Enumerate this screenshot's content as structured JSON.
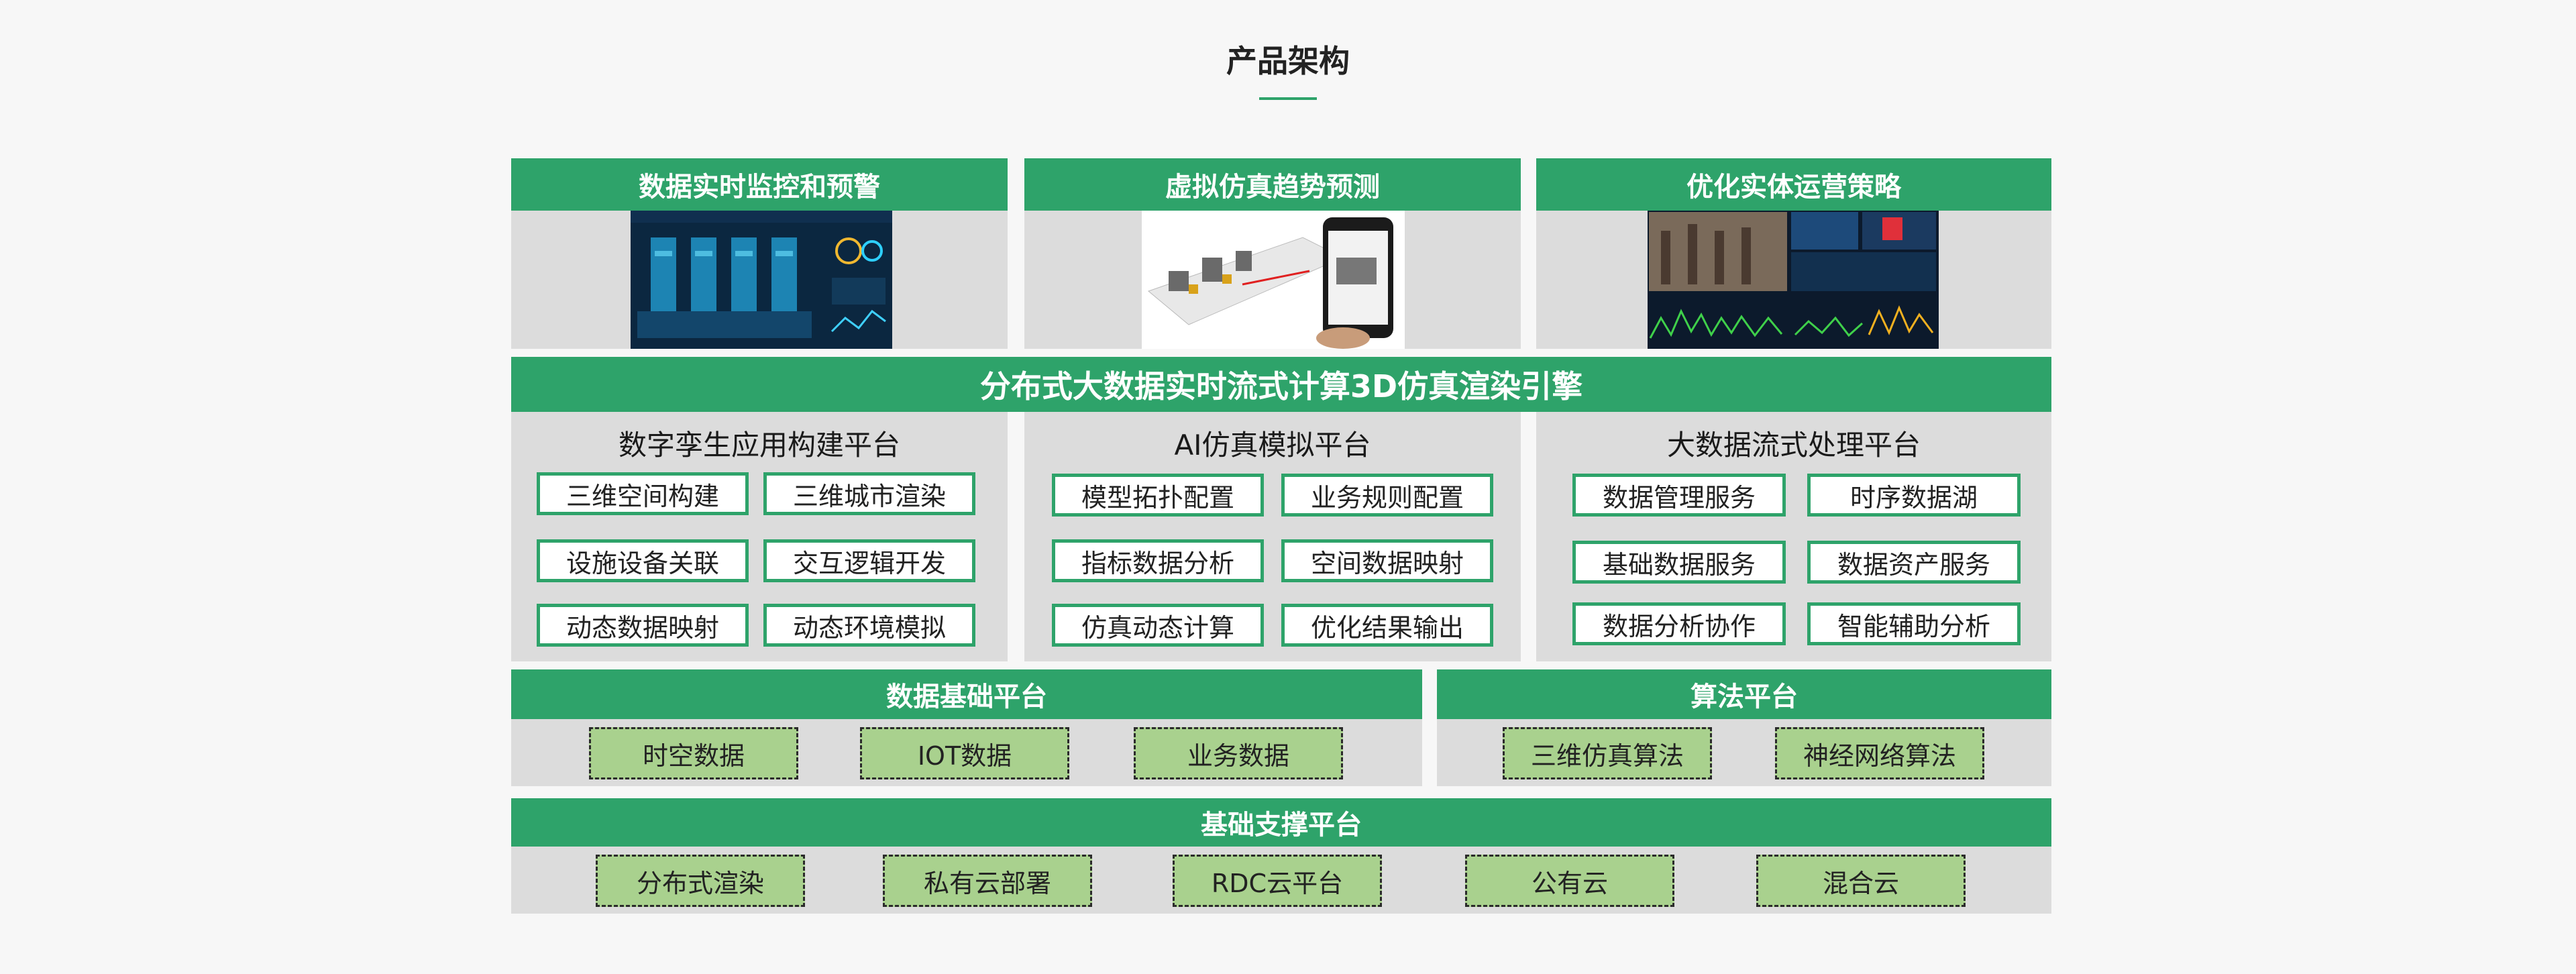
{
  "page_title": "产品架构",
  "top_features": [
    {
      "label": "数据实时监控和预警"
    },
    {
      "label": "虚拟仿真趋势预测"
    },
    {
      "label": "优化实体运营策略"
    }
  ],
  "engine_banner": "分布式大数据实时流式计算3D仿真渲染引擎",
  "platforms": [
    {
      "title": "数字孪生应用构建平台",
      "items": [
        "三维空间构建",
        "三维城市渲染",
        "设施设备关联",
        "交互逻辑开发",
        "动态数据映射",
        "动态环境模拟"
      ]
    },
    {
      "title": "AI仿真模拟平台",
      "items": [
        "模型拓扑配置",
        "业务规则配置",
        "指标数据分析",
        "空间数据映射",
        "仿真动态计算",
        "优化结果输出"
      ]
    },
    {
      "title": "大数据流式处理平台",
      "items": [
        "数据管理服务",
        "时序数据湖",
        "基础数据服务",
        "数据资产服务",
        "数据分析协作",
        "智能辅助分析"
      ]
    }
  ],
  "data_platform": {
    "title": "数据基础平台",
    "items": [
      "时空数据",
      "IOT数据",
      "业务数据"
    ]
  },
  "algo_platform": {
    "title": "算法平台",
    "items": [
      "三维仿真算法",
      "神经网络算法"
    ]
  },
  "support_platform": {
    "title": "基础支撑平台",
    "items": [
      "分布式渲染",
      "私有云部署",
      "RDC云平台",
      "公有云",
      "混合云"
    ]
  },
  "colors": {
    "primary": "#2ea36a",
    "panel": "#dcdcdc",
    "dashed_fill": "#a9d18e"
  }
}
